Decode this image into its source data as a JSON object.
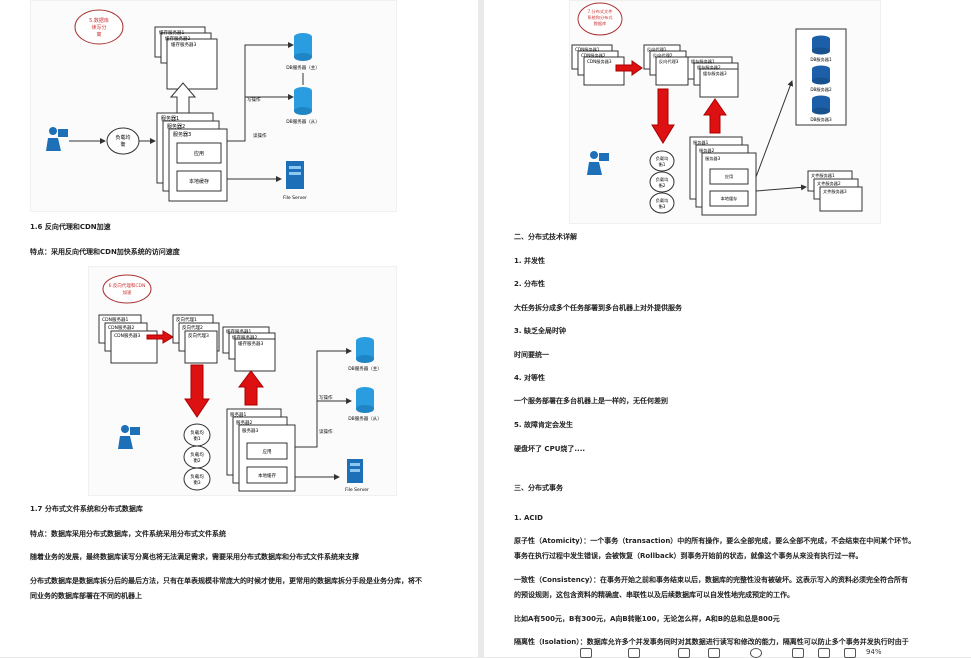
{
  "left": {
    "fig1": {
      "note": [
        "5.数据库",
        "读写分",
        "离"
      ],
      "cache": [
        "缓存服务器1",
        "缓存服务器2",
        "缓存服务器3"
      ],
      "lb": [
        "负载均",
        "衡"
      ],
      "servers": [
        "服务器1",
        "服务器2",
        "服务器3"
      ],
      "app": "应用",
      "local_cache": "本地缓存",
      "db_master": "DB服务器（主）",
      "db_slave": "DB服务器（从）",
      "write_op": "写操作",
      "read_op": "读操作",
      "file_server": "File Server"
    },
    "h_cdn": "1.6 反向代理和CDN加速",
    "p_cdn": "特点：采用反向代理和CDN加快系统的访问速度",
    "fig2": {
      "note": [
        "6.反向代理和CDN",
        "加速"
      ],
      "cdn": [
        "CDN服务器1",
        "CDN服务器2",
        "CDN服务器3"
      ],
      "proxy": [
        "反向代理1",
        "反向代理2",
        "反向代理3"
      ],
      "cache": [
        "缓存服务器1",
        "缓存服务器2",
        "缓存服务器3"
      ],
      "servers": [
        "服务器1",
        "服务器2",
        "服务器3"
      ],
      "lb1": [
        "负载均",
        "衡1"
      ],
      "lb2": [
        "负载均",
        "衡2"
      ],
      "lb3": [
        "负载均",
        "衡3"
      ],
      "app": "应用",
      "local_cache": "本地缓存",
      "db_master": "DB服务器（主）",
      "db_slave": "DB服务器（从）",
      "write_op": "写操作",
      "read_op": "读操作",
      "file_server": "File Server"
    },
    "h_dist": "1.7 分布式文件系统和分布式数据库",
    "p1": "特点：数据库采用分布式数据库，文件系统采用分布式文件系统",
    "p2": "随着业务的发展，最终数据库读写分离也将无法满足需求，需要采用分布式数据库和分布式文件系统来支撑",
    "p3a": "分布式数据库是数据库拆分后的最后方法，只有在单表规模非常庞大的时候才使用，更常用的数据库拆分手段是业务分库，将不",
    "p3b": "同业务的数据库部署在不同的机器上"
  },
  "right": {
    "fig3": {
      "note": [
        "7.分布式文件",
        "系统和分布式",
        "数据库"
      ],
      "cdn": [
        "CDN服务器1",
        "CDN服务器2",
        "CDN服务器3"
      ],
      "proxy": [
        "反向代理1",
        "反向代理2",
        "反向代理3"
      ],
      "cache": [
        "缓存服务器1",
        "缓存服务器2",
        "缓存服务器3"
      ],
      "servers": [
        "服务器1",
        "服务器2",
        "服务器3"
      ],
      "lb1": [
        "负载均",
        "衡1"
      ],
      "lb2": [
        "负载均",
        "衡2"
      ],
      "lb3": [
        "负载均",
        "衡3"
      ],
      "app": "应用",
      "local_cache": "本地缓存",
      "dbs": [
        "DB服务器1",
        "DB服务器2",
        "DB服务器3"
      ],
      "files": [
        "文件服务器1",
        "文件服务器2",
        "文件服务器3"
      ]
    },
    "h2": "二、分布式技术详解",
    "h_1": "1. 并发性",
    "h_2": "2. 分布性",
    "p_2": "大任务拆分成多个任务部署到多台机器上对外提供服务",
    "h_3": "3. 缺乏全局时钟",
    "p_3": "时间要统一",
    "h_4": "4. 对等性",
    "p_4": "一个服务部署在多台机器上是一样的，无任何差别",
    "h_5": "5. 故障肯定会发生",
    "p_5": "硬盘坏了 CPU烧了....",
    "h3": "三、分布式事务",
    "h_acid": "1. ACID",
    "p_a1": "原子性（Atomicity）：一个事务（transaction）中的所有操作，要么全部完成，要么全部不完成，不会结束在中间某个环节。",
    "p_a2": "事务在执行过程中发生错误，会被恢复（Rollback）到事务开始前的状态，就像这个事务从来没有执行过一样。",
    "p_c1": "一致性（Consistency）：在事务开始之前和事务结束以后，数据库的完整性没有被破坏。这表示写入的资料必须完全符合所有",
    "p_c2": "的预设规则，这包含资料的精确度、串联性以及后续数据库可以自发性地完成预定的工作。",
    "p_ex": "比如A有500元，B有300元，A向B转账100，无论怎么样，A和B的总和总是800元",
    "p_i1": "隔离性（Isolation）：数据库允许多个并发事务同时对其数据进行读写和修改的能力，隔离性可以防止多个事务并发执行时由于"
  },
  "statusbar": {
    "zoom": "94%"
  }
}
